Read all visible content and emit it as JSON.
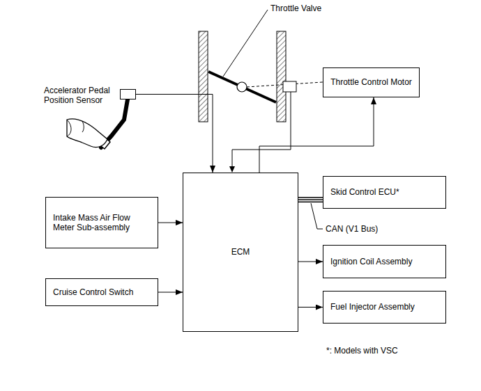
{
  "diagram": {
    "nodes": [
      {
        "text": [
          "Accelerator Pedal Position Sensor"
        ]
      },
      {
        "text": [
          "Throttle Control Motor"
        ]
      },
      {
        "text": [
          "ECM"
        ]
      },
      {
        "text": [
          "Skid Control ECU*"
        ]
      },
      {
        "text": [
          "Intake Mass Air Flow Meter Sub-assembly"
        ]
      },
      {
        "text": [
          "Cruise Control Switch"
        ]
      },
      {
        "text": [
          "Ignition Coil Assembly"
        ]
      },
      {
        "text": [
          "Fuel Injector Assembly"
        ]
      }
    ],
    "edges": [
      {
        "from": 0,
        "to": 2,
        "arrow": "to"
      },
      {
        "from": 2,
        "to": 1,
        "arrow": "to"
      },
      {
        "from": 4,
        "to": 2,
        "arrow": "to"
      },
      {
        "from": 5,
        "to": 2,
        "arrow": "to"
      },
      {
        "from": 2,
        "to": 6,
        "arrow": "to"
      },
      {
        "from": 2,
        "to": 7,
        "arrow": "to"
      },
      {
        "from": 2,
        "to": 3,
        "arrow": "none"
      }
    ],
    "labels": [
      "Throttle Valve",
      "CAN (V1 Bus)",
      "*: Models with VSC"
    ]
  }
}
